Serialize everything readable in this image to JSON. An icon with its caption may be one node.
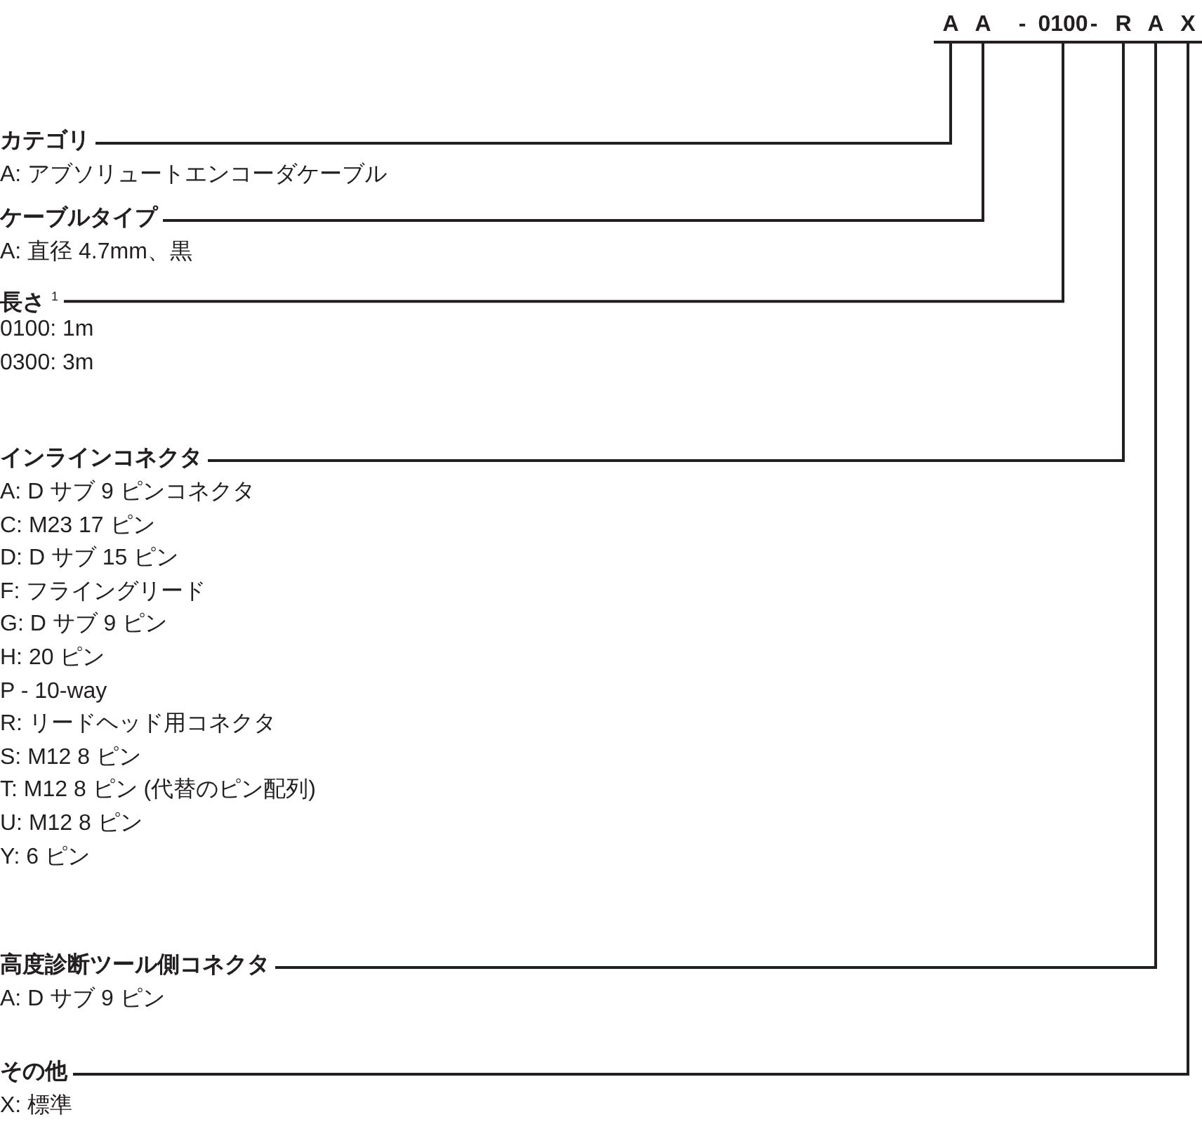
{
  "diagram": {
    "nodes": [
      {
        "text": [
          "A"
        ]
      },
      {
        "text": [
          "A"
        ]
      },
      {
        "text": [
          "0100"
        ]
      },
      {
        "text": [
          "R"
        ]
      },
      {
        "text": [
          "A"
        ]
      },
      {
        "text": [
          "X"
        ]
      },
      {
        "text": [
          "カテゴリ"
        ],
        "beside": [
          "A: アブソリュートエンコーダケーブル"
        ]
      },
      {
        "text": [
          "ケーブルタイプ"
        ],
        "beside": [
          "A: 直径 4.7mm、黒"
        ]
      },
      {
        "text": [
          "長さ $^{1}$"
        ],
        "beside": [
          "0100: 1m",
          "0300: 3m"
        ]
      },
      {
        "text": [
          "インラインコネクタ"
        ],
        "beside": [
          "A: D サブ 9 ピンコネクタ",
          "C: M23 17 ピン",
          "D: D サブ 15 ピン",
          "F: フライングリード",
          "G: D サブ 9 ピン",
          "H: 20 ピン",
          "P - 10-way",
          "R: リードヘッド用コネクタ",
          "S: M12 8 ピン",
          "T: M12 8 ピン (代替のピン配列)",
          "U: M12 8 ピン",
          "Y: 6 ピン"
        ]
      },
      {
        "text": [
          "高度診断ツール側コネクタ"
        ],
        "beside": [
          "A: D サブ 9 ピン"
        ]
      },
      {
        "text": [
          "その他"
        ],
        "beside": [
          "X: 標準"
        ]
      }
    ],
    "edges": [
      {
        "from": 6,
        "to": 0,
        "arrow": "none"
      },
      {
        "from": 7,
        "to": 1,
        "arrow": "none"
      },
      {
        "from": 8,
        "to": 2,
        "arrow": "none"
      },
      {
        "from": 9,
        "to": 3,
        "arrow": "none"
      },
      {
        "from": 10,
        "to": 4,
        "arrow": "none"
      },
      {
        "from": 11,
        "to": 5,
        "arrow": "none"
      }
    ],
    "labels": [
      "-",
      "-"
    ]
  }
}
